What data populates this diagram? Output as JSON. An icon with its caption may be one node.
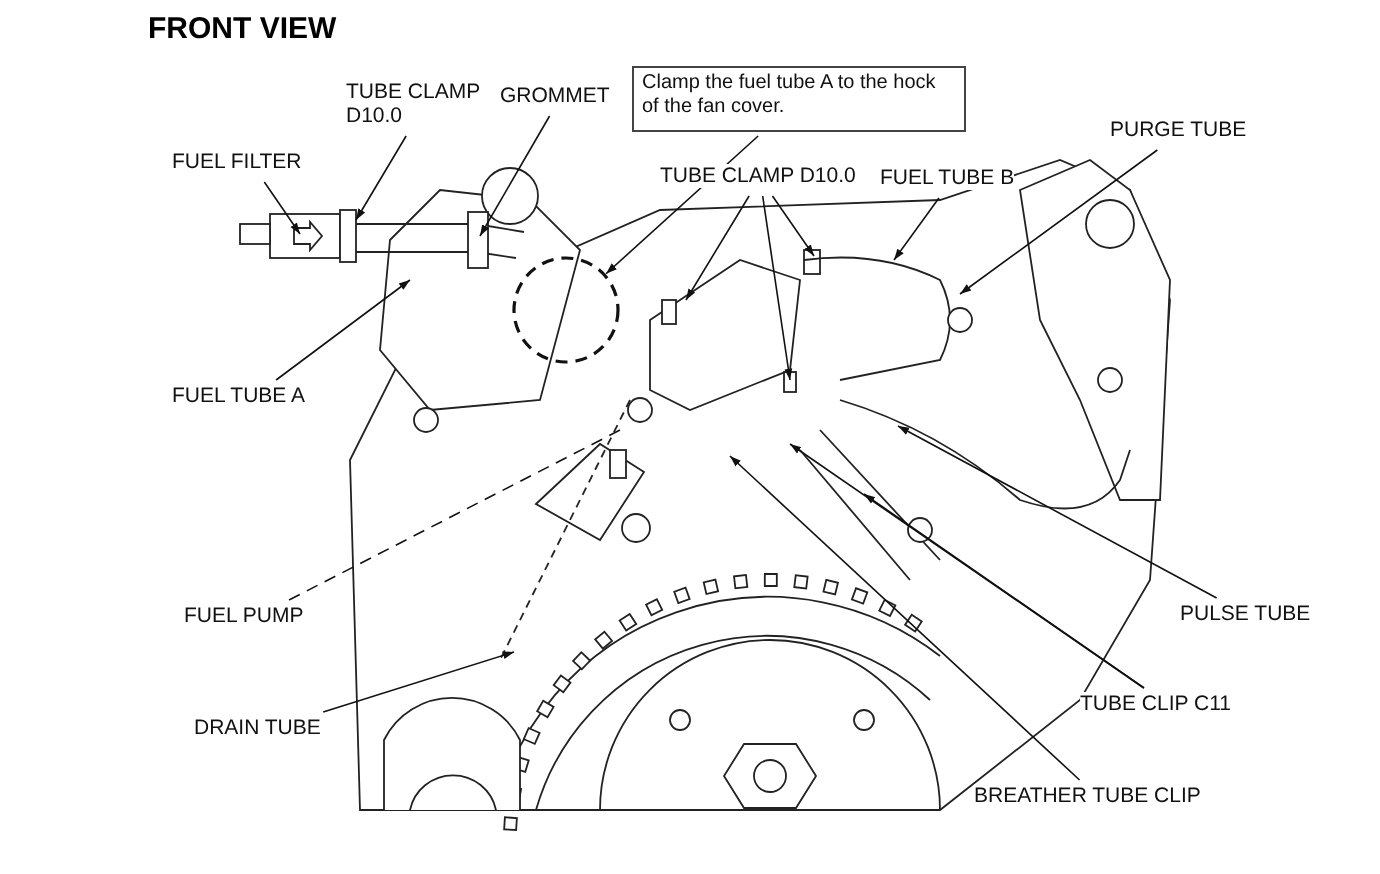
{
  "diagram": {
    "title": "FRONT VIEW",
    "nodes": [
      {
        "text": [
          "FUEL FILTER"
        ]
      },
      {
        "text": [
          "TUBE CLAMP D10.0"
        ]
      },
      {
        "text": [
          "GROMMET"
        ]
      },
      {
        "text": [
          "Clamp the fuel tube A to the hock of the fan cover."
        ]
      },
      {
        "text": [],
        "shape": "circle"
      },
      {
        "text": [
          "FUEL TUBE A"
        ]
      },
      {
        "text": [
          "TUBE CLAMP D10.0"
        ]
      },
      {
        "text": [
          "FUEL TUBE B"
        ]
      },
      {
        "text": [
          "PURGE TUBE"
        ]
      },
      {
        "text": [
          "FUEL PUMP"
        ]
      },
      {
        "text": [
          "DRAIN TUBE"
        ]
      },
      {
        "text": [
          "PULSE TUBE"
        ]
      },
      {
        "text": [
          "TUBE CLIP C11"
        ]
      },
      {
        "text": [
          "BREATHER TUBE CLIP"
        ]
      }
    ],
    "edges": [
      {
        "from": 0,
        "to": null,
        "arrow": "to"
      },
      {
        "from": 1,
        "to": null,
        "arrow": "to"
      },
      {
        "from": 2,
        "to": null,
        "arrow": "to"
      },
      {
        "from": 3,
        "to": 4,
        "arrow": "to"
      },
      {
        "from": 5,
        "to": null,
        "arrow": "to"
      },
      {
        "from": 6,
        "to": null,
        "arrow": "to"
      },
      {
        "from": 6,
        "to": null,
        "arrow": "to"
      },
      {
        "from": 6,
        "to": null,
        "arrow": "to"
      },
      {
        "from": 7,
        "to": null,
        "arrow": "to"
      },
      {
        "from": 8,
        "to": null,
        "arrow": "to"
      },
      {
        "from": 9,
        "to": null,
        "arrow": "none",
        "style": "dashed"
      },
      {
        "from": 10,
        "to": null,
        "arrow": "to"
      },
      {
        "from": 11,
        "to": null,
        "arrow": "to"
      },
      {
        "from": 12,
        "to": null,
        "arrow": "to"
      },
      {
        "from": 12,
        "to": null,
        "arrow": "to"
      },
      {
        "from": 13,
        "to": null,
        "arrow": "to"
      }
    ]
  }
}
